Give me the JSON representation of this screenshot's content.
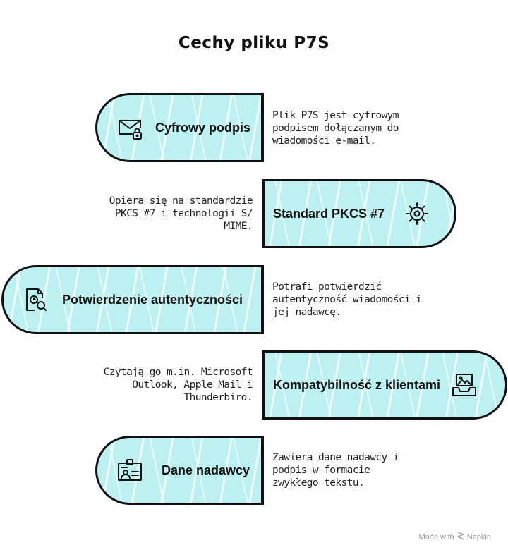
{
  "title": "Cechy pliku P7S",
  "colors": {
    "fill": "#bdf0f1",
    "outline": "#111111"
  },
  "items": [
    {
      "label": "Cyfrowy podpis",
      "icon": "envelope-lock-icon",
      "description": [
        "Plik P7S jest cyfrowym",
        "podpisem dołączanym do",
        "wiadomości e-mail."
      ]
    },
    {
      "label": "Standard PKCS #7",
      "icon": "gear-icon",
      "description": [
        "Opiera się na standardzie",
        "PKCS #7 i technologii S/",
        "MIME."
      ]
    },
    {
      "label": "Potwierdzenie autentyczności",
      "icon": "document-search-icon",
      "description": [
        "Potrafi potwierdzić",
        "autentyczność wiadomości i",
        "jej nadawcę."
      ]
    },
    {
      "label": "Kompatybilność z klientami",
      "icon": "inbox-tray-icon",
      "description": [
        "Czytają go m.in. Microsoft",
        "Outlook, Apple Mail i",
        "Thunderbird."
      ]
    },
    {
      "label": "Dane nadawcy",
      "icon": "id-card-icon",
      "description": [
        "Zawiera dane nadawcy i",
        "podpis w formacie",
        "zwykłego tekstu."
      ]
    }
  ],
  "footer": {
    "made_with": "Made with",
    "brand": "Napkin"
  }
}
